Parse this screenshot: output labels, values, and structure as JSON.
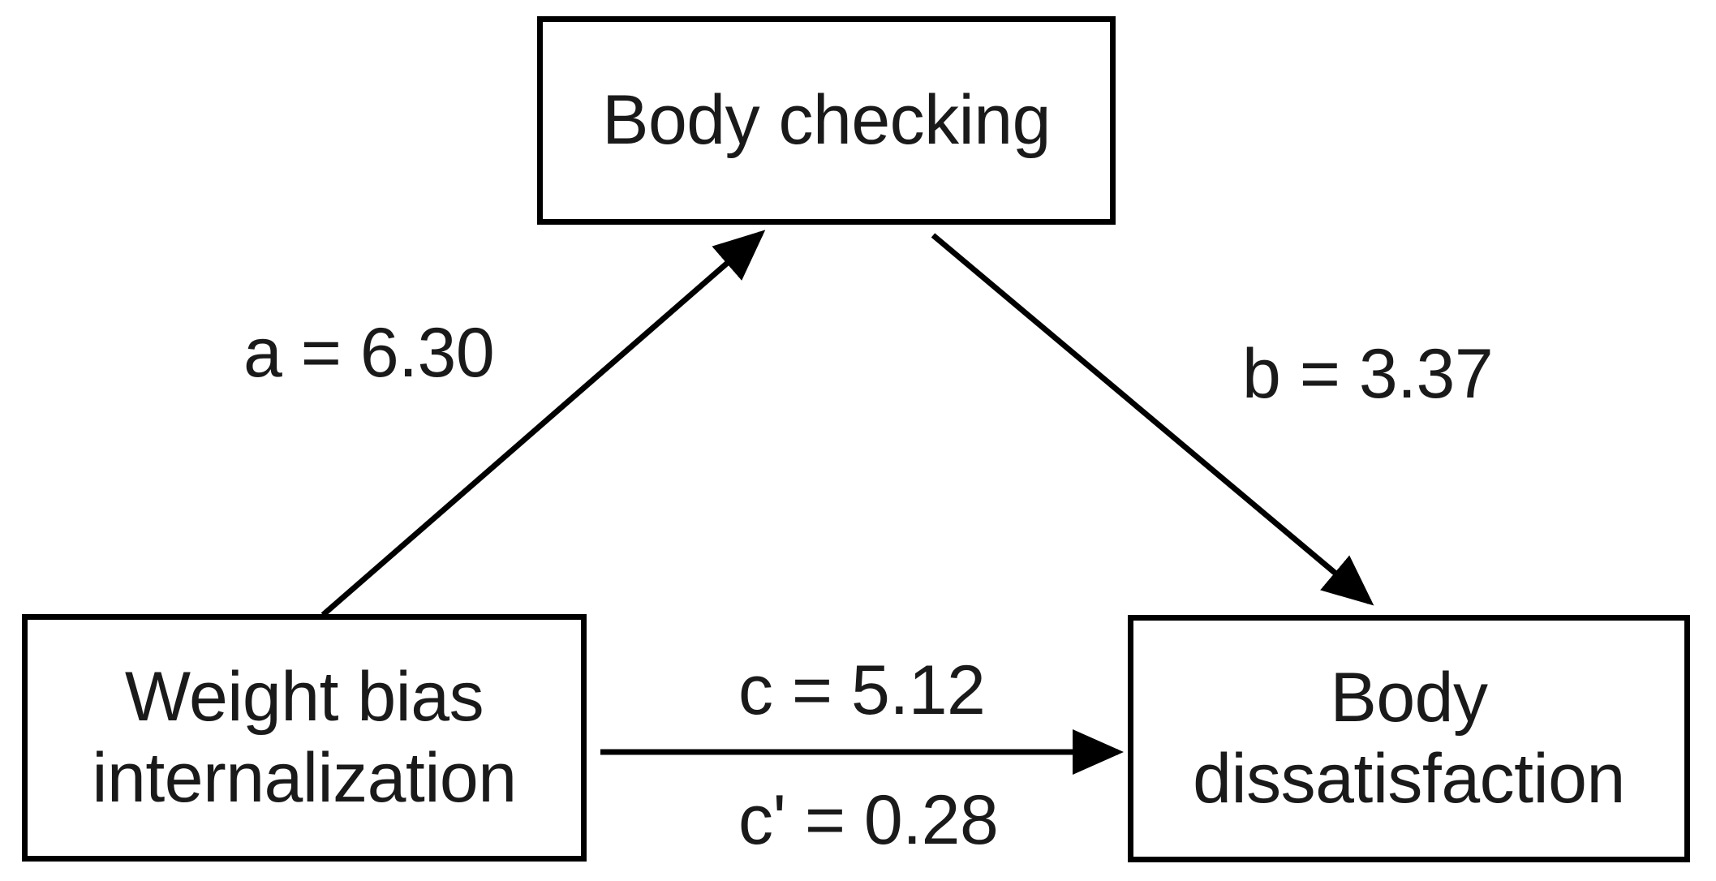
{
  "diagram": {
    "type": "mediation-model",
    "nodes": [
      {
        "id": "predictor",
        "label_line1": "Weight bias",
        "label_line2": "internalization"
      },
      {
        "id": "mediator",
        "label_line1": "Body checking",
        "label_line2": ""
      },
      {
        "id": "outcome",
        "label_line1": "Body",
        "label_line2": "dissatisfaction"
      }
    ],
    "paths": [
      {
        "id": "a",
        "label": "a = 6.30",
        "coefficient": 6.3,
        "from": "predictor",
        "to": "mediator"
      },
      {
        "id": "b",
        "label": "b = 3.37",
        "coefficient": 3.37,
        "from": "mediator",
        "to": "outcome"
      },
      {
        "id": "c",
        "label": "c = 5.12",
        "coefficient": 5.12,
        "from": "predictor",
        "to": "outcome"
      },
      {
        "id": "c_prime",
        "label": "c' = 0.28",
        "coefficient": 0.28,
        "from": "predictor",
        "to": "outcome"
      }
    ],
    "colors": {
      "background": "#ffffff",
      "stroke": "#000000",
      "text": "#1a1a1a"
    }
  }
}
